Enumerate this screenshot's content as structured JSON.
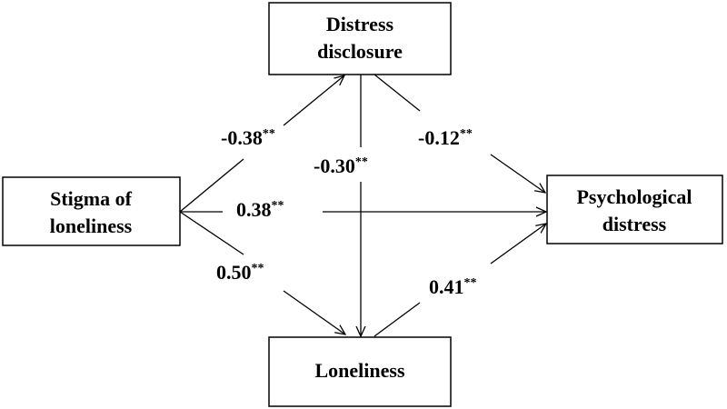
{
  "nodes": {
    "distress_disclosure": {
      "lines": [
        "Distress",
        "disclosure"
      ]
    },
    "stigma_of_loneliness": {
      "lines": [
        "Stigma of",
        "loneliness"
      ]
    },
    "psychological_distress": {
      "lines": [
        "Psychological",
        "distress"
      ]
    },
    "loneliness": {
      "lines": [
        "Loneliness"
      ]
    }
  },
  "paths": {
    "stigma_to_disclosure": {
      "value": "-0.38",
      "sig": "**"
    },
    "disclosure_to_distress": {
      "value": "-0.12",
      "sig": "**"
    },
    "disclosure_to_loneliness": {
      "value": "-0.30",
      "sig": "**"
    },
    "stigma_to_distress": {
      "value": "0.38",
      "sig": "**"
    },
    "stigma_to_loneliness": {
      "value": "0.50",
      "sig": "**"
    },
    "loneliness_to_distress": {
      "value": "0.41",
      "sig": "**"
    }
  }
}
